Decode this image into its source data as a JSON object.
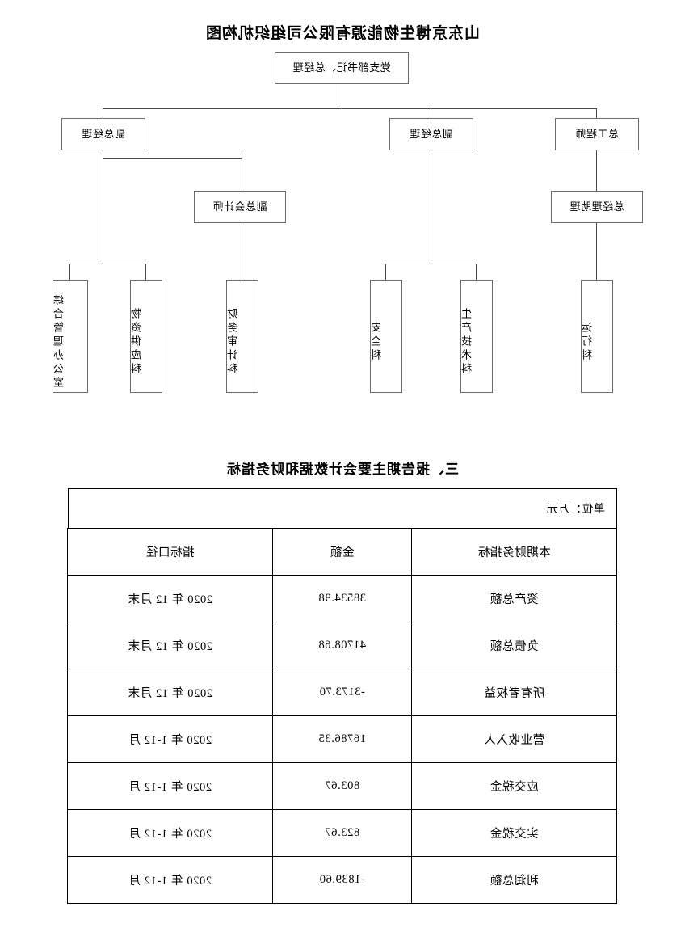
{
  "document": {
    "org_chart": {
      "title": "山东京博生物能源有限公司组织机构图",
      "nodes": {
        "top": "党支部书记、总经理",
        "chief_engineer": "总工程师",
        "deputy_gm_left": "副总经理",
        "deputy_gm_right": "副总经理",
        "gm_assistant": "总经理助理",
        "deputy_chief_accountant": "副总会计师",
        "dept_operations": "运行科",
        "dept_production_tech": "生产技术科",
        "dept_safety": "安全科",
        "dept_finance_audit": "财务审计科",
        "dept_materials_supply": "物资供应科",
        "dept_general_office": "综合管理办公室"
      }
    },
    "section": {
      "heading": "三、报告期主要会计数据和财务指标",
      "unit_label": "单位：万元"
    },
    "table": {
      "columns": [
        "本期财务指标",
        "金额",
        "指标口径"
      ],
      "rows": [
        {
          "metric": "资产总额",
          "amount": "38534.98",
          "caliber": "2020 年 12 月末"
        },
        {
          "metric": "负债总额",
          "amount": "41708.68",
          "caliber": "2020 年 12 月末"
        },
        {
          "metric": "所有者权益",
          "amount": "-3173.70",
          "caliber": "2020 年 12 月末"
        },
        {
          "metric": "营业收入人",
          "amount": "16786.35",
          "caliber": "2020 年 1-12 月"
        },
        {
          "metric": "应交税金",
          "amount": "803.67",
          "caliber": "2020 年 1-12 月"
        },
        {
          "metric": "实交税金",
          "amount": "823.67",
          "caliber": "2020 年 1-12 月"
        },
        {
          "metric": "利润总额",
          "amount": "-1839.60",
          "caliber": "2020 年 1-12 月"
        }
      ]
    }
  }
}
